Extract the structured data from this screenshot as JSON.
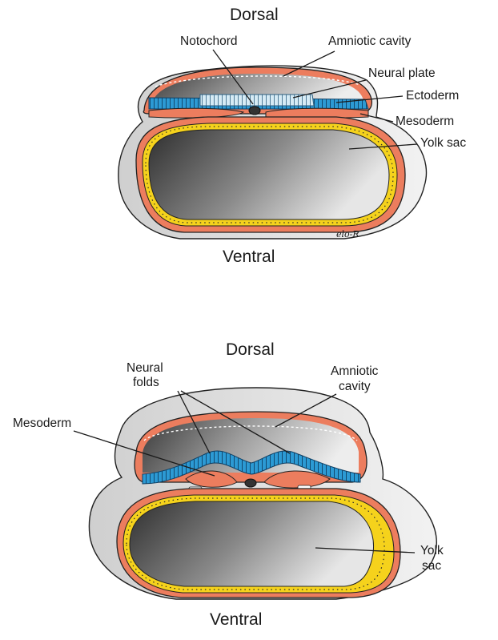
{
  "diagram_top": {
    "dorsal": "Dorsal",
    "ventral": "Ventral",
    "labels": {
      "notochord": "Notochord",
      "amniotic_cavity": "Amniotic cavity",
      "neural_plate": "Neural plate",
      "ectoderm": "Ectoderm",
      "mesoderm": "Mesoderm",
      "yolk_sac": "Yolk sac"
    },
    "signature": "elo-R"
  },
  "diagram_bottom": {
    "dorsal": "Dorsal",
    "ventral": "Ventral",
    "labels": {
      "neural_folds_line1": "Neural",
      "neural_folds_line2": "folds",
      "amniotic_cavity_line1": "Amniotic",
      "amniotic_cavity_line2": "cavity",
      "mesoderm": "Mesoderm",
      "yolk_sac_line1": "Yolk",
      "yolk_sac_line2": "sac"
    }
  },
  "colors": {
    "ectoderm": "#2c9ad4",
    "neural_plate": "#cfe6f2",
    "mesoderm": "#ec7d5e",
    "yolk": "#f5d21c",
    "cavity_dark": "#2f2f2f",
    "cavity_light": "#ececec",
    "outer_shell": "#dcdcdc"
  }
}
